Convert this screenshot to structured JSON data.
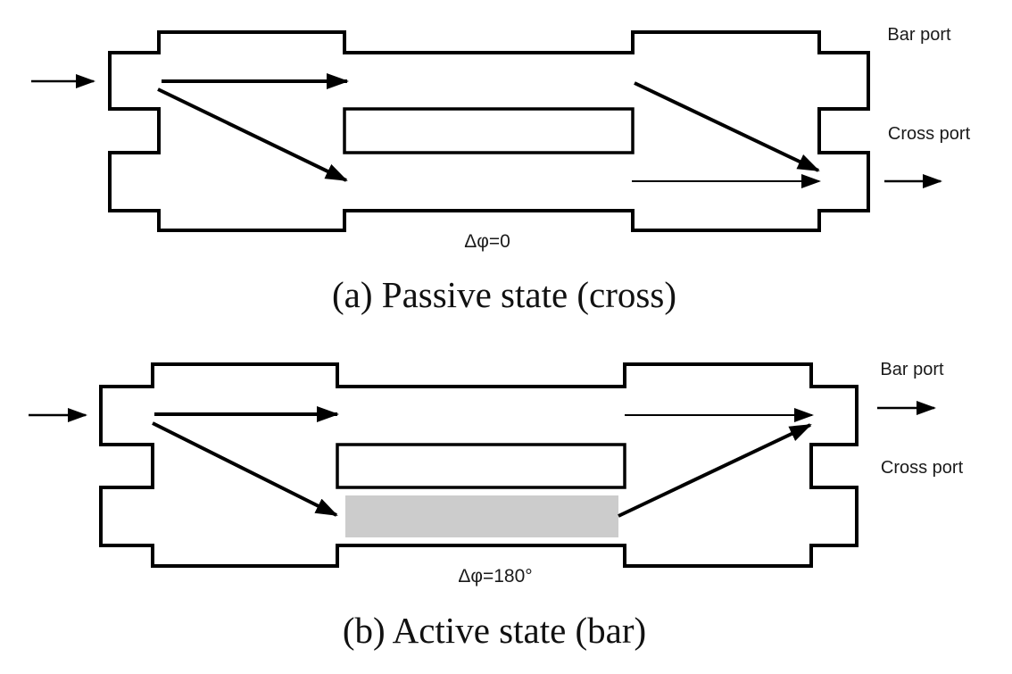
{
  "colors": {
    "background": "#ffffff",
    "line": "#000000",
    "phase_shifter_fill": "#cccccc"
  },
  "figure_a": {
    "bar_port": "Bar port",
    "cross_port": "Cross port",
    "phase_label": "Δφ=0",
    "caption": "(a) Passive state (cross)"
  },
  "figure_b": {
    "bar_port": "Bar port",
    "cross_port": "Cross port",
    "phase_label": "Δφ=180°",
    "caption": "(b) Active state (bar)"
  }
}
